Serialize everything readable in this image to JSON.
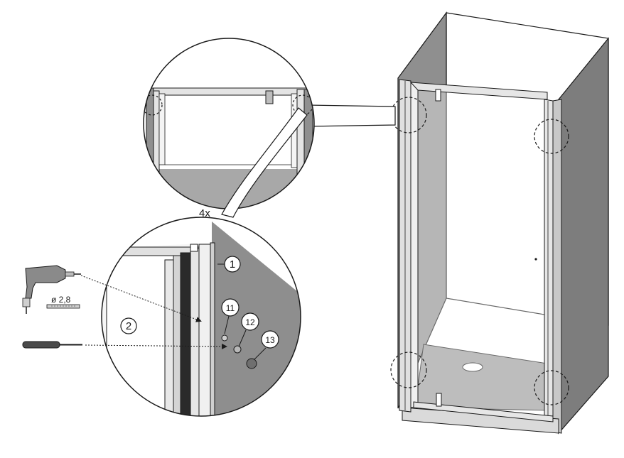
{
  "diagram": {
    "repeat_label": "4x",
    "drill_size_label": "ø 2,8",
    "callouts": {
      "frame_profile": "1",
      "step_two": "2",
      "screw": "11",
      "washer": "12",
      "cap": "13"
    },
    "colors": {
      "outline": "#1a1a1a",
      "wall_gray": "#8e8e8e",
      "wall_dark": "#6f6f6f",
      "frame_light": "#dcdcdc",
      "glass": "#ffffff"
    },
    "icons": [
      "drill-icon",
      "drill-bit-icon",
      "screwdriver-icon"
    ]
  }
}
